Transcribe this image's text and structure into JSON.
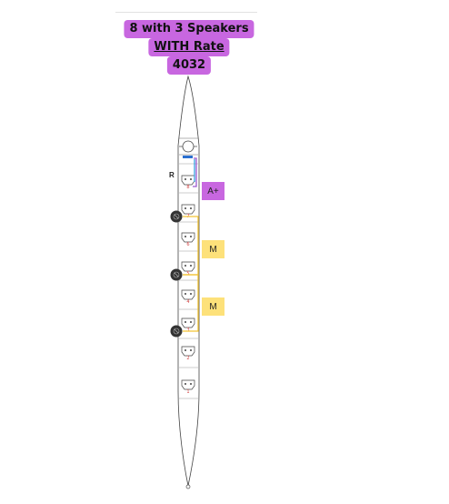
{
  "title": {
    "line1": "8 with 3 Speakers",
    "line2": "WITH Rate",
    "line3": "4032"
  },
  "side_label": "R",
  "tags": [
    {
      "label": "A+",
      "color": "#c867e0"
    },
    {
      "label": "M",
      "color": "#fde17a"
    },
    {
      "label": "M",
      "color": "#fde17a"
    }
  ],
  "colors": {
    "highlight_purple": "#c867e0",
    "highlight_yellow": "#fde17a",
    "wire_yellow": "#f2c335",
    "wire_purple": "#9b59d0",
    "wire_blue": "#3aa0e0",
    "speaker": "#333333"
  },
  "positions": [
    "8",
    "7",
    "6",
    "5",
    "4",
    "3",
    "2",
    "1"
  ],
  "speaker_icon": "speaker-icon"
}
